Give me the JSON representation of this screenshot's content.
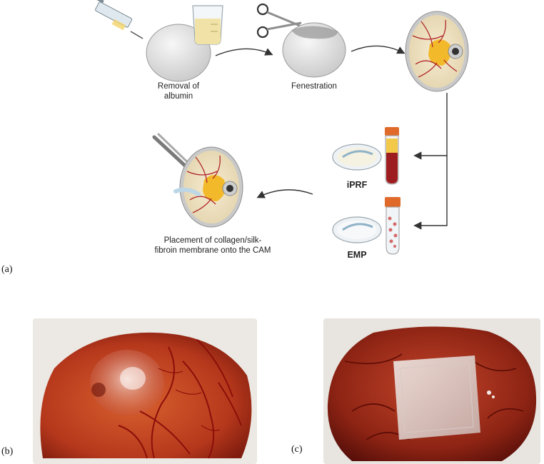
{
  "panel_a": {
    "panel_label": "(a)",
    "steps": {
      "removal": "Removal of\nalbumin",
      "fenestration": "Fenestration",
      "iprf": "iPRF",
      "emp": "EMP",
      "placement": "Placement of collagen/silk-\nfibroin membrane onto the CAM"
    }
  },
  "panel_b": {
    "panel_label": "(b)"
  },
  "panel_c": {
    "panel_label": "(c)"
  },
  "colors": {
    "albumin": "#f1e3a8",
    "blood_vessel": "#b0282a",
    "yolk": "#f2b92a",
    "tube_cap": "#e06a2a",
    "iprf_red": "#9d1c1f",
    "iprf_yellow": "#f3c94a",
    "cam_tissue": "#b6381c"
  }
}
